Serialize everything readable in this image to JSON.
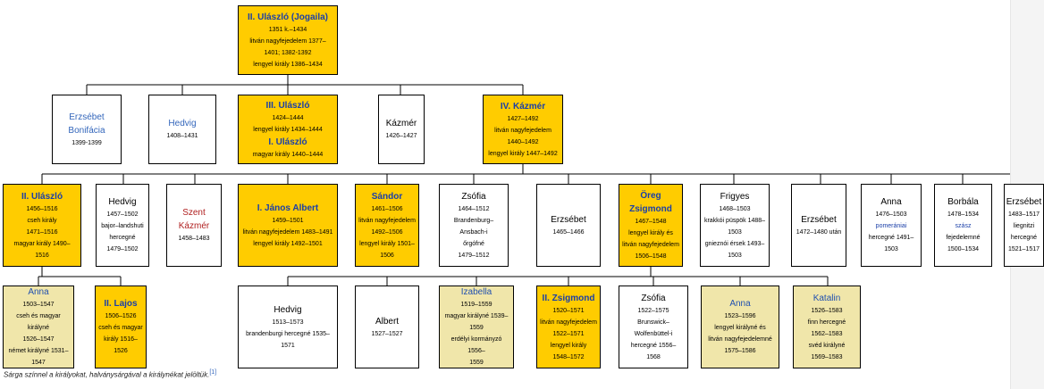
{
  "gen1": [
    {
      "id": "ulaszlo2",
      "style": "king",
      "name": "II. Ulászló (Jogaila)",
      "details": [
        "1351 k.–1434",
        "litván nagyfejedelem 1377–",
        "1401; 1382-1392",
        "lengyel király 1386–1434"
      ]
    }
  ],
  "gen2": [
    {
      "id": "erzsebet_bonifacia",
      "style": "plain",
      "name_class": "blue",
      "name": "Erzsébet\nBonifácia",
      "details": [
        "1399-1399"
      ]
    },
    {
      "id": "hedvig_1",
      "style": "plain",
      "name_class": "blue",
      "name": "Hedvig",
      "details": [
        "1408–1431"
      ]
    },
    {
      "id": "ulaszlo3",
      "style": "king",
      "name": "III. Ulászló",
      "details": [
        "1424–1444",
        "lengyel király 1434–1444"
      ],
      "name2": "I. Ulászló",
      "details2": [
        "magyar király 1440–1444"
      ]
    },
    {
      "id": "kazmer_1",
      "style": "plain",
      "name": "Kázmér",
      "details": [
        "1426–1427"
      ]
    },
    {
      "id": "kazmer4",
      "style": "king",
      "name": "IV. Kázmér",
      "details": [
        "1427–1492",
        "litván nagyfejedelem",
        "1440–1492",
        "lengyel király 1447–1492"
      ]
    }
  ],
  "gen3": [
    {
      "id": "ulaszlo2b",
      "style": "king",
      "name": "II. Ulászló",
      "details": [
        "1456–1516",
        "cseh király",
        "1471–1516",
        "magyar király 1490–",
        "1516"
      ]
    },
    {
      "id": "hedvig_2",
      "style": "plain",
      "name": "Hedvig",
      "details": [
        "1457–1502",
        "bajor–landshuti",
        "hercegné",
        "1479–1502"
      ]
    },
    {
      "id": "szent_kazmer",
      "style": "plain",
      "name_class": "red",
      "name": "Szent\nKázmér",
      "details": [
        "1458–1483"
      ]
    },
    {
      "id": "janos_albert",
      "style": "king",
      "name": "I. János Albert",
      "details": [
        "1459–1501",
        "litván nagyfejedelem 1483–1491",
        "lengyel király 1492–1501"
      ]
    },
    {
      "id": "sandor",
      "style": "king",
      "name": "Sándor",
      "details": [
        "1461–1506",
        "litván nagyfejedelem",
        "1492–1506",
        "lengyel király 1501–",
        "1506"
      ]
    },
    {
      "id": "zsofia_1",
      "style": "plain",
      "name": "Zsófia",
      "details": [
        "1464–1512",
        "Brandenburg–Ansbach-i",
        "őrgófné",
        "1479–1512"
      ]
    },
    {
      "id": "erzsebet_1",
      "style": "plain",
      "name": "Erzsébet",
      "details": [
        "1465–1466"
      ]
    },
    {
      "id": "oreg_zsigmond",
      "style": "king",
      "name": "Öreg\nZsigmond",
      "details": [
        "1467–1548",
        "lengyel király és",
        "litván nagyfejedelem",
        "1506–1548"
      ]
    },
    {
      "id": "frigyes",
      "style": "plain",
      "name": "Frigyes",
      "details": [
        "1468–1503",
        "krakkói püspök 1488–",
        "1503",
        "gnieznói érsek 1493–",
        "1503"
      ]
    },
    {
      "id": "erzsebet_2",
      "style": "plain",
      "name": "Erzsébet",
      "details": [
        "1472–1480 után"
      ]
    },
    {
      "id": "anna_1",
      "style": "plain",
      "name": "Anna",
      "details": [
        "1476–1503"
      ],
      "detail_blue": "pomerániai",
      "details_after": [
        "hercegné 1491–",
        "1503"
      ]
    },
    {
      "id": "borbala",
      "style": "plain",
      "name": "Borbála",
      "details": [
        "1478–1534"
      ],
      "detail_blue": "szász",
      "details_after": [
        "fejedelemné",
        "1500–1534"
      ]
    },
    {
      "id": "erzsebet_3",
      "style": "plain",
      "name": "Erzsébet",
      "details": [
        "1483–1517",
        "liegnitzi",
        "hercegné",
        "1521–1517"
      ]
    }
  ],
  "gen4_left": [
    {
      "id": "anna_2",
      "style": "queen",
      "name": "Anna",
      "details": [
        "1503–1547",
        "cseh és magyar királyné",
        "1526–1547",
        "német királyné 1531–",
        "1547"
      ]
    },
    {
      "id": "lajos2",
      "style": "king",
      "name": "II. Lajos",
      "details": [
        "1506–1526",
        "cseh és magyar",
        "király 1516–",
        "1526"
      ]
    }
  ],
  "gen4_right": [
    {
      "id": "hedvig_3",
      "style": "plain",
      "name": "Hedvig",
      "details": [
        "1513–1573",
        "brandenburgi hercegné 1535–",
        "1571"
      ]
    },
    {
      "id": "albert",
      "style": "plain",
      "name": "Albert",
      "details": [
        "1527–1527"
      ]
    },
    {
      "id": "izabella",
      "style": "queen",
      "name": "Izabella",
      "details": [
        "1519–1559",
        "magyar királyné 1539–",
        "1559",
        "erdélyi kormányzó 1556–",
        "1559"
      ]
    },
    {
      "id": "zsigmond2",
      "style": "king",
      "name": "II. Zsigmond",
      "details": [
        "1520–1571",
        "litván nagyfejedelem",
        "1522–1571",
        "lengyel király",
        "1548–1572"
      ]
    },
    {
      "id": "zsofia_2",
      "style": "plain",
      "name": "Zsófia",
      "details": [
        "1522–1575",
        "Brunswick–",
        "Wolfenbüttel-i",
        "hercegné 1556–",
        "1568"
      ]
    },
    {
      "id": "anna_3",
      "style": "queen",
      "name": "Anna",
      "details": [
        "1523–1596",
        "lengyel királyné és",
        "litván nagyfejedelemné",
        "1575–1586"
      ]
    },
    {
      "id": "katalin",
      "style": "queen",
      "name": "Katalin",
      "details": [
        "1526–1583",
        "finn hercegné",
        "1562–1583",
        "svéd királyné",
        "1569–1583"
      ]
    }
  ],
  "footnote": {
    "text": "Sárga színnel a királyokat, halványsárgával a királynékat jelöltük.",
    "ref": "[1]"
  },
  "colors": {
    "king": "#ffcc00",
    "queen": "#f0e6aa",
    "plain": "#ffffff",
    "link": "#1a3fa8"
  }
}
